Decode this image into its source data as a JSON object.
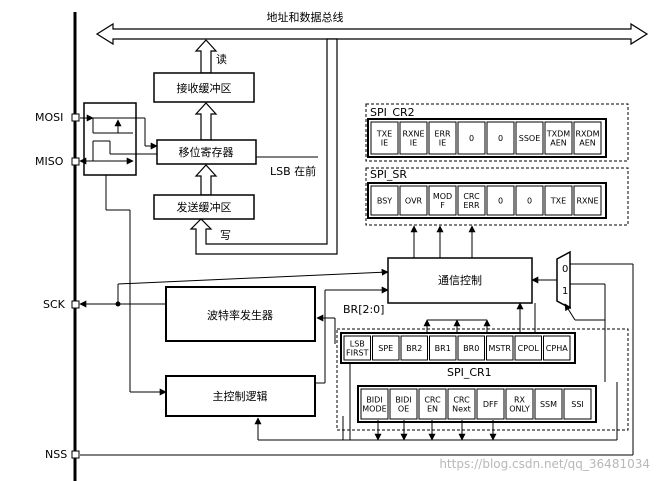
{
  "bus": {
    "label": "地址和数据总线"
  },
  "buffers": {
    "read_label": "读",
    "write_label": "写",
    "rx": "接收缓冲区",
    "shift": "移位寄存器",
    "tx": "发送缓冲区",
    "lsb_first": "LSB 在前"
  },
  "pins": [
    "MOSI",
    "MISO",
    "SCK",
    "NSS"
  ],
  "cr2": {
    "title": "SPI_CR2",
    "cells": [
      "TXE\nIE",
      "RXNE\nIE",
      "ERR\nIE",
      "0",
      "0",
      "SSOE",
      "TXDM\nAEN",
      "RXDM\nAEN"
    ]
  },
  "sr": {
    "title": "SPI_SR",
    "cells": [
      "BSY",
      "OVR",
      "MOD\nF",
      "CRC\nERR",
      "0",
      "0",
      "TXE",
      "RXNE"
    ]
  },
  "blocks": {
    "comm": "通信控制",
    "baud": "波特率发生器",
    "master": "主控制逻辑"
  },
  "mux": {
    "in0": "0",
    "in1": "1"
  },
  "br_label": "BR[2:0]",
  "cr1": {
    "title": "SPI_CR1",
    "row1": [
      "LSB\nFIRST",
      "SPE",
      "BR2",
      "BR1",
      "BR0",
      "MSTR",
      "CPOL",
      "CPHA"
    ],
    "row2": [
      "BIDI\nMODE",
      "BIDI\nOE",
      "CRC\nEN",
      "CRC\nNext",
      "DFF",
      "RX\nONLY",
      "SSM",
      "SSI"
    ]
  },
  "watermark": "https://blog.csdn.net/qq_36481034"
}
